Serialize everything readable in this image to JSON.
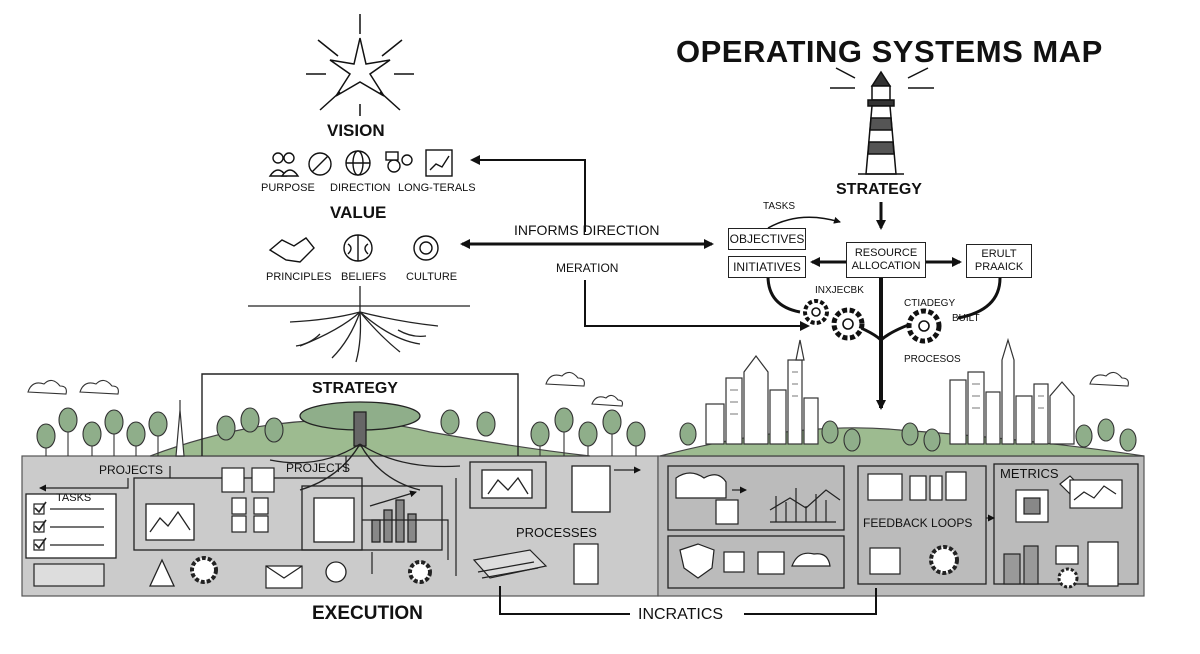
{
  "title": "OPERATING SYSTEMS MAP",
  "vision_section": {
    "vision": "VISION",
    "icons": [
      "PURPOSE",
      "DIRECTION",
      "LONG-TERALS"
    ],
    "value": "VALUE",
    "value_icons": [
      "PRINCIPLES",
      "BELIEFS",
      "CULTURE"
    ]
  },
  "connectors": {
    "informs_direction": "INFORMS DIRECTION",
    "meration": "MERATION"
  },
  "strategy_right": {
    "heading": "STRATEGY",
    "tasks": "TASKS",
    "objectives": "OBJECTIVES",
    "initiatives": "INITIATIVES",
    "resource_allocation": "RESOURCE ALLOCATION",
    "built_practice": "ERULT PRAAICK",
    "gear_label_left": "INXJECBK",
    "gear_label_strategy": "CTIADEGY",
    "gear_label_built": "BUILT",
    "gear_label_processes": "PROCESOS"
  },
  "ground": {
    "strategy": "STRATEGY",
    "projects_left": "PROJECTS",
    "projects_mid": "PROJECTS",
    "tasks": "TASKS",
    "processes": "PROCESSES",
    "feedback_loops": "FEEDBACK LOOPS",
    "metrics": "METRICS",
    "execution": "EXECUTION",
    "incratics": "INCRATICS"
  },
  "colors": {
    "ink": "#1a1a1a",
    "ground_left": "#c9c9c9",
    "ground_right": "#b9b9b9",
    "tree_green": "#8fae8a",
    "hill_green": "#9dbb90"
  }
}
